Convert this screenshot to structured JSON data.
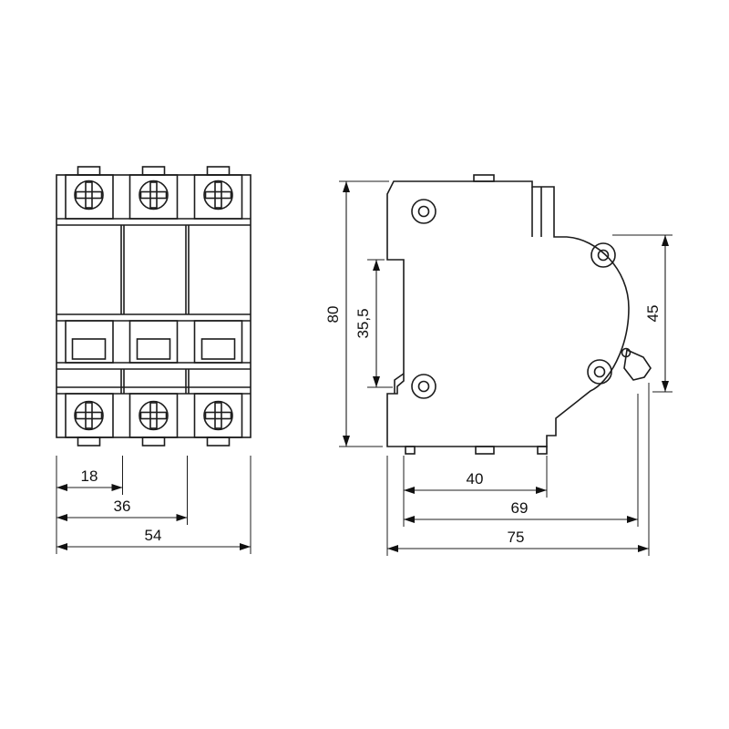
{
  "front_view": {
    "width_module": "18",
    "width_two_modules": "36",
    "width_total": "54"
  },
  "side_view": {
    "height_total": "80",
    "height_din_recess": "35,5",
    "height_front": "45",
    "depth_mounting": "40",
    "depth_body": "69",
    "depth_total": "75"
  }
}
